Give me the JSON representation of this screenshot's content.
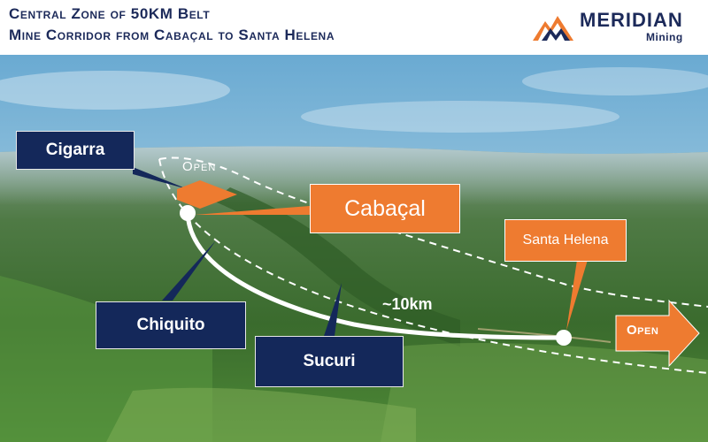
{
  "header": {
    "title_line1": "Central Zone of 50KM Belt",
    "title_line2": "Mine Corridor from Cabaçal to Santa Helena",
    "logo_name": "MERIDIAN",
    "logo_sub": "Mining",
    "logo_icon": "mountain-logo-icon"
  },
  "map": {
    "labels": {
      "cigarra": "Cigarra",
      "cabacal": "Cabaçal",
      "santa_helena": "Santa Helena",
      "chiquito": "Chiquito",
      "sucuri": "Sucuri",
      "open_top": "Open",
      "open_right": "Open",
      "distance": "~10km"
    }
  },
  "colors": {
    "navy": "#14285a",
    "orange": "#ee7b30",
    "title": "#1c2a5a"
  }
}
